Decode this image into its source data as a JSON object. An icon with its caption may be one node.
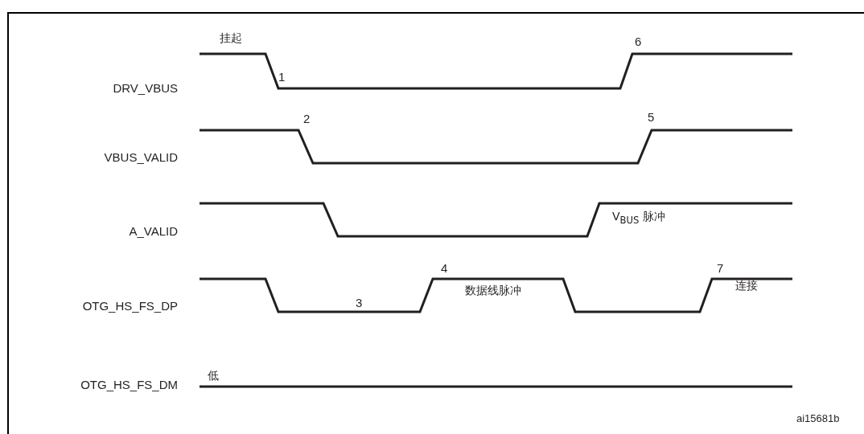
{
  "diagram": {
    "labels": [
      "挂起",
      "6",
      "DRV_VBUS",
      "1",
      "2",
      "5",
      "VBUS_VALID",
      "A_VALID",
      "V$_{BUS}$ 脉冲",
      "4",
      "7",
      "连接",
      "数据线脉冲",
      "OTG_HS_FS_DP",
      "3",
      "低",
      "OTG_HS_FS_DM",
      "ai15681b"
    ]
  }
}
